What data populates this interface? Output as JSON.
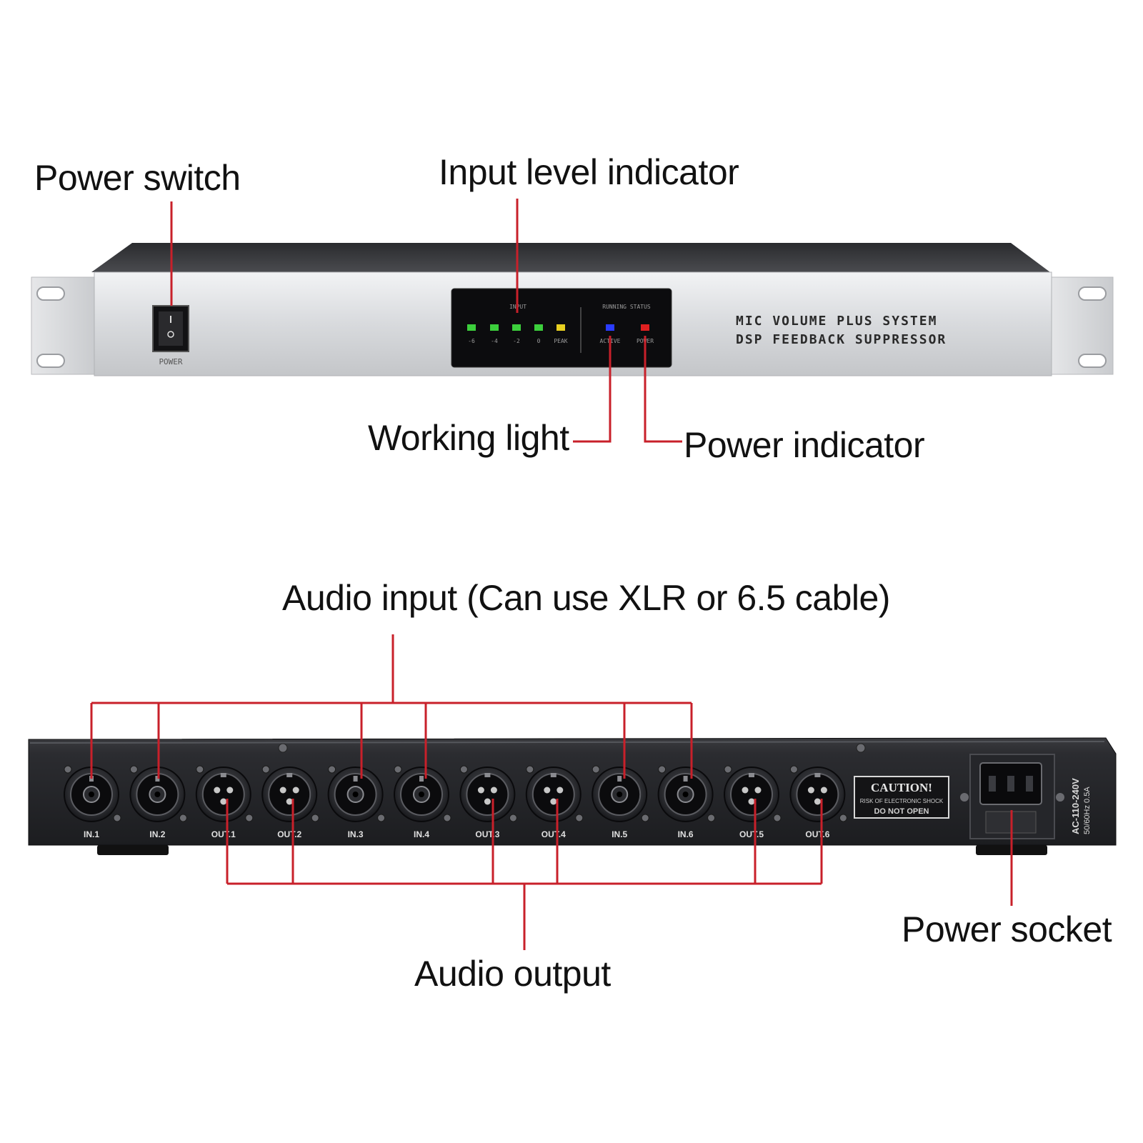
{
  "callouts": {
    "power_switch": "Power switch",
    "input_level_indicator": "Input level indicator",
    "working_light": "Working light",
    "power_indicator": "Power indicator",
    "audio_input": "Audio input (Can use XLR or 6.5 cable)",
    "audio_output": "Audio output",
    "power_socket": "Power socket"
  },
  "front_panel": {
    "brand_line1": "MIC VOLUME PLUS SYSTEM",
    "brand_line2": "DSP FEEDBACK SUPPRESSOR",
    "power_switch_label": "POWER",
    "input_group_label": "INPUT",
    "status_group_label": "RUNNING STATUS",
    "input_led_labels": [
      "-6",
      "-4",
      "-2",
      "0",
      "PEAK"
    ],
    "status_led_labels": [
      "ACTIVE",
      "POWER"
    ]
  },
  "rear_panel": {
    "port_labels": [
      "IN.1",
      "IN.2",
      "OUT.1",
      "OUT.2",
      "IN.3",
      "IN.4",
      "OUT.3",
      "OUT.4",
      "IN.5",
      "IN.6",
      "OUT.5",
      "OUT.6"
    ],
    "port_types": [
      "combo",
      "combo",
      "xlr",
      "xlr",
      "combo",
      "combo",
      "xlr",
      "xlr",
      "combo",
      "combo",
      "xlr",
      "xlr"
    ],
    "caution_title": "CAUTION!",
    "caution_line1": "RISK OF ELECTRONIC SHOCK",
    "caution_line2": "DO NOT OPEN",
    "power_rating_line1": "AC-110-240V",
    "power_rating_line2": "50/60Hz 0.5A"
  },
  "colors": {
    "leader_line": "#c8202a",
    "led_green": "#3ccf3c",
    "led_yellow": "#e8d020",
    "led_blue": "#2a3cff",
    "led_red": "#e02020"
  }
}
